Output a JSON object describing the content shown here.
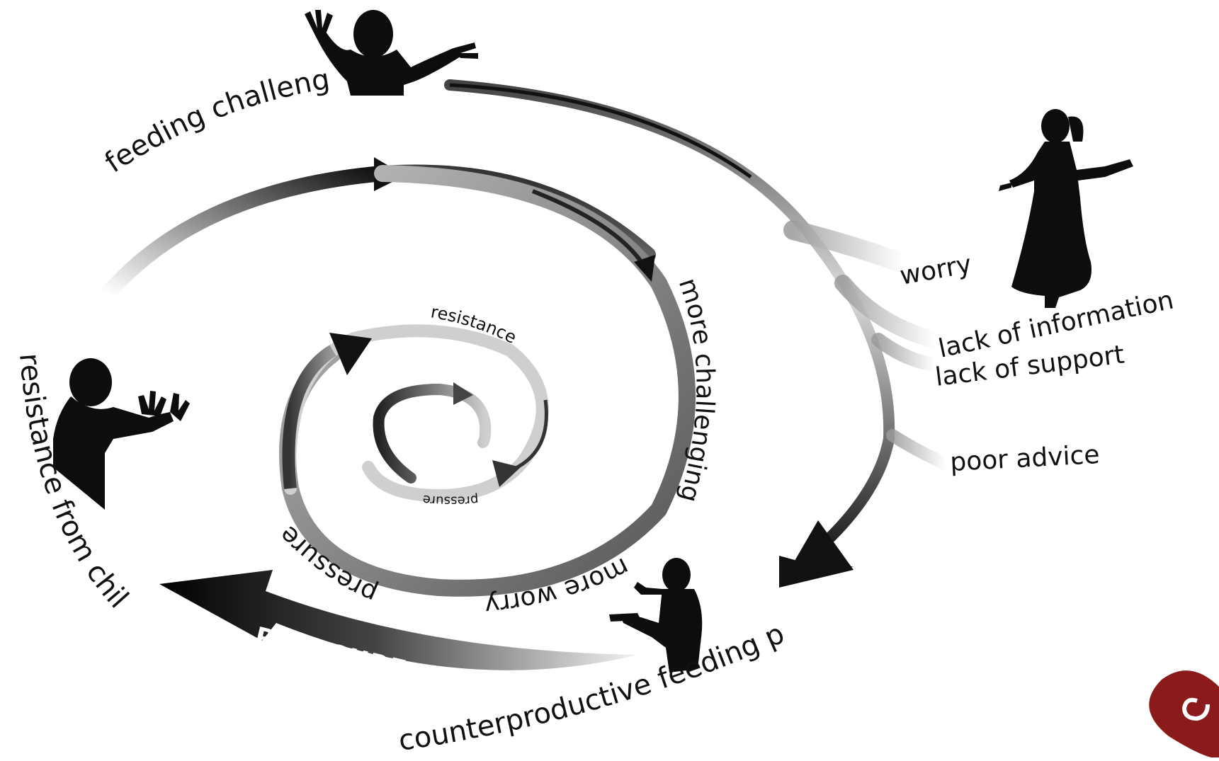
{
  "labels": {
    "feeding_challenge": "feeding challenge",
    "resistance_from_child": "resistance from child",
    "counterproductive_feeding_practice": "counterproductive feeding practice",
    "pressure_arrow": "PRESSURE",
    "more_challenging": "more challenging",
    "more_worry": "more worry",
    "pressure_mid": "pressure",
    "resistance_inner": "resistance",
    "pressure_inner": "pressure"
  },
  "causes": {
    "worry": "worry",
    "lack_of_information": "lack of information",
    "lack_of_support": "lack of support",
    "poor_advice": "poor advice"
  },
  "figures": {
    "top": "child-arms-raised-silhouette",
    "right": "woman-shrugging-silhouette",
    "left": "child-pushing-away-silhouette",
    "bottom": "man-holding-plate-silhouette"
  },
  "logo": {
    "icon": "heart-spiral-logo",
    "color": "#8b1a1a"
  },
  "colors": {
    "dark": "#111111",
    "mid": "#888888",
    "light": "#d8d8d8"
  }
}
